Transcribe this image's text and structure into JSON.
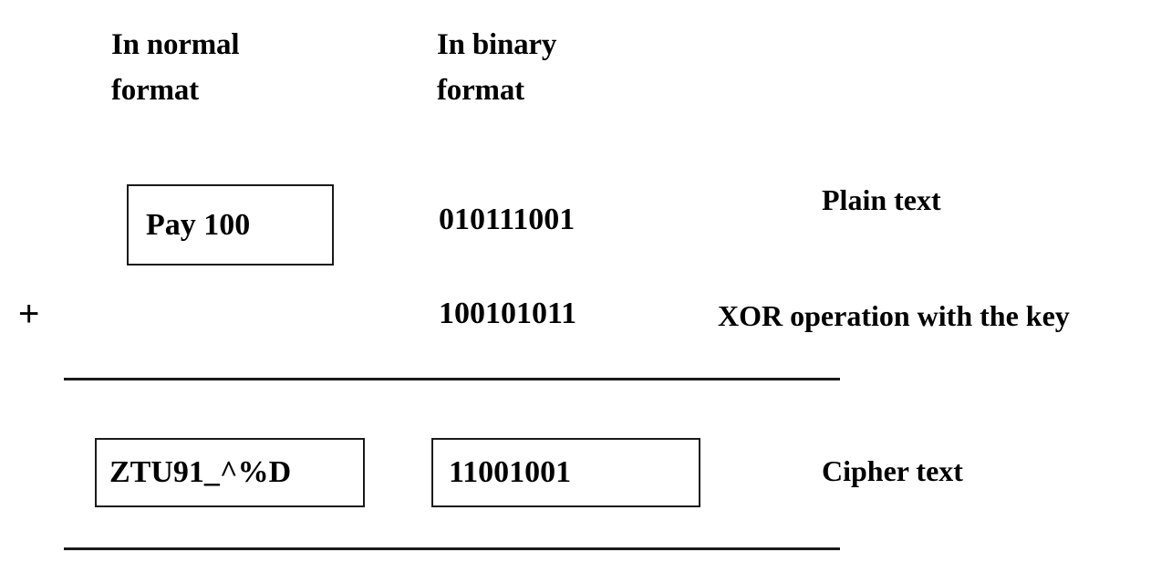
{
  "diagram": {
    "title": "XOR stream cipher encryption",
    "background_color": "#ffffff",
    "ink_color": "#1a1a1a"
  },
  "columns": {
    "normal": {
      "header": "In normal\nformat"
    },
    "binary": {
      "header": "In binary\nformat"
    }
  },
  "operator": {
    "plus": "+"
  },
  "rows": [
    {
      "id": "plaintext",
      "normal_value": "Pay 100",
      "binary_value": "010111001",
      "annotation": "Plain text",
      "normal_boxed": true,
      "binary_boxed": false
    },
    {
      "id": "key",
      "normal_value": "",
      "binary_value": "100101011",
      "annotation": "XOR operation with the key",
      "normal_boxed": false,
      "binary_boxed": false
    },
    {
      "id": "ciphertext",
      "normal_value": "ZTU91_^%D",
      "binary_value": "11001001",
      "annotation": "Cipher text",
      "normal_boxed": true,
      "binary_boxed": true
    }
  ],
  "rules": {
    "top": "horizontal-rule",
    "bottom": "horizontal-rule"
  }
}
